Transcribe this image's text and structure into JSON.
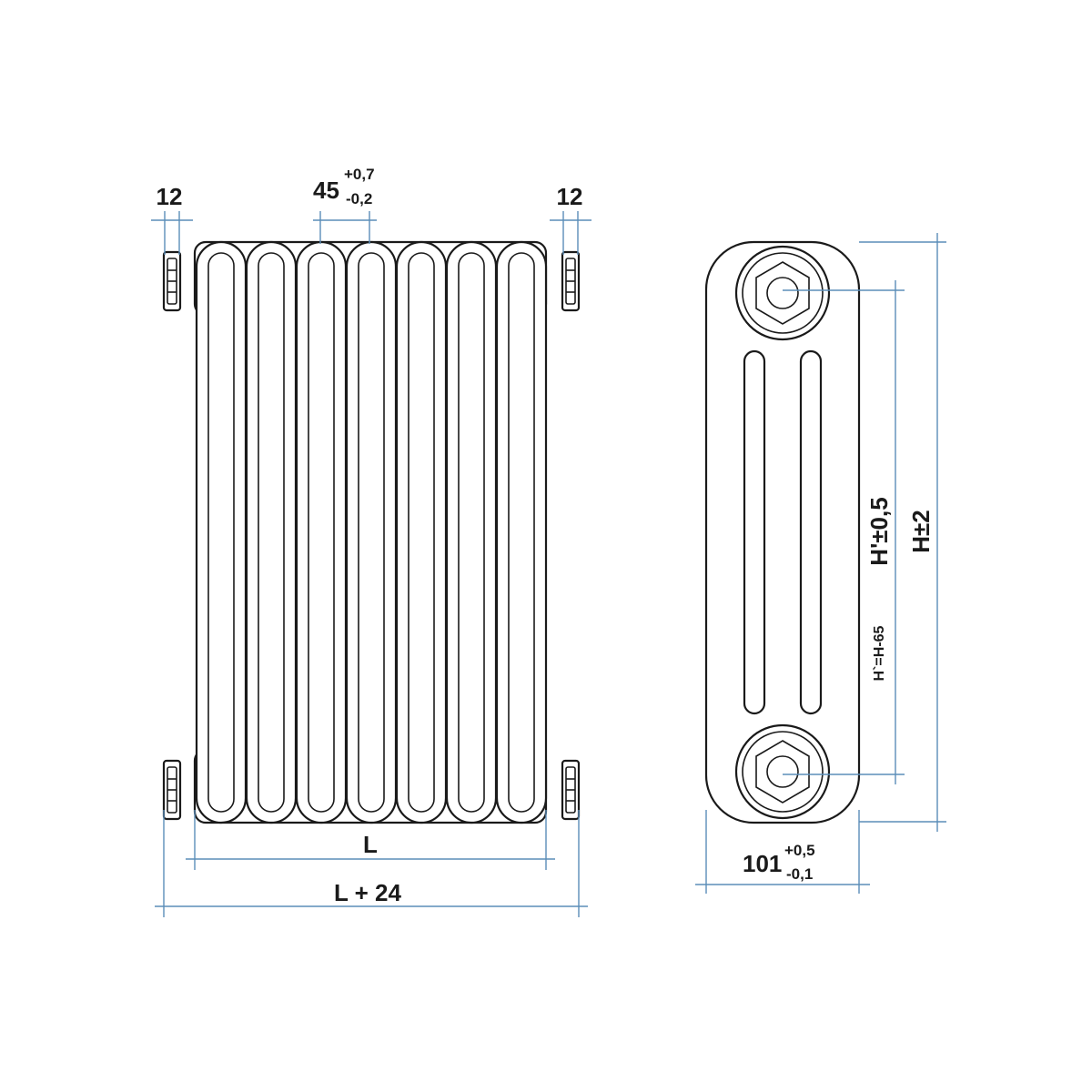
{
  "front_view": {
    "end_offset_left": "12",
    "end_offset_right": "12",
    "pitch_value": "45",
    "pitch_tol_plus": "+0,7",
    "pitch_tol_minus": "-0,2",
    "length_label": "L",
    "overall_length_label": "L + 24",
    "section_count": 7
  },
  "side_view": {
    "depth_value": "101",
    "depth_tol_plus": "+0,5",
    "depth_tol_minus": "-0,1",
    "connection_distance_label": "H'±0,5",
    "height_label": "H±2",
    "formula_label": "H`=H-65"
  },
  "colors": {
    "outline": "#1a1a1a",
    "dimension": "#5b8db8"
  }
}
